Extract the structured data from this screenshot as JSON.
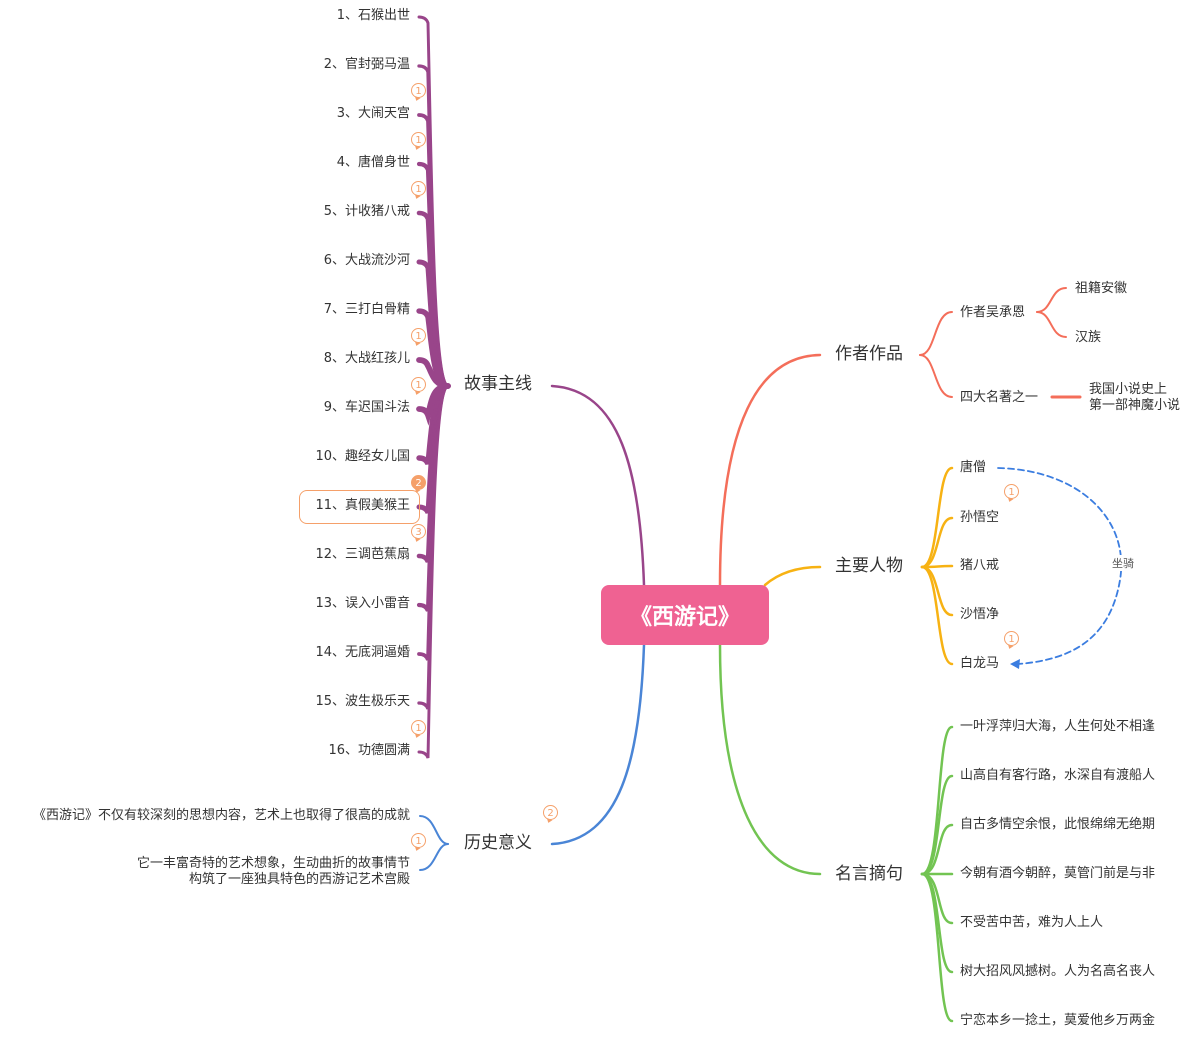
{
  "root": {
    "title": "《西游记》"
  },
  "colors": {
    "story": "#99458a",
    "author": "#f46e5a",
    "characters": "#f7b213",
    "quotes": "#72c452",
    "history": "#4a85d6",
    "root_bg": "#ef6292",
    "badge": "#f5a06a",
    "relation": "#3b7de0"
  },
  "story": {
    "title": "故事主线",
    "items": [
      "1、石猴出世",
      "2、官封弼马温",
      "3、大闹天宫",
      "4、唐僧身世",
      "5、计收猪八戒",
      "6、大战流沙河",
      "7、三打白骨精",
      "8、大战红孩儿",
      "9、车迟国斗法",
      "10、趣经女儿国",
      "11、真假美猴王",
      "12、三调芭蕉扇",
      "13、误入小雷音",
      "14、无底洞逼婚",
      "15、波生极乐天",
      "16、功德圆满"
    ],
    "badges": [
      "1",
      "1",
      "1",
      "1",
      "1",
      "2",
      "3",
      "1"
    ]
  },
  "history": {
    "title": "历史意义",
    "badge": "2",
    "item_badge": "1",
    "items": [
      "《西游记》不仅有较深刻的思想内容，艺术上也取得了很高的成就",
      "它一丰富奇特的艺术想象，生动曲折的故事情节\n构筑了一座独具特色的西游记艺术宫殿"
    ]
  },
  "author": {
    "title": "作者作品",
    "sub": [
      {
        "label": "作者吴承恩",
        "children": [
          "祖籍安徽",
          "汉族"
        ]
      },
      {
        "label": "四大名著之一",
        "children": [
          "我国小说史上\n第一部神魔小说"
        ]
      }
    ]
  },
  "characters": {
    "title": "主要人物",
    "items": [
      "唐僧",
      "孙悟空",
      "猪八戒",
      "沙悟净",
      "白龙马"
    ],
    "badges": [
      "1",
      "1"
    ],
    "relation_label": "坐骑"
  },
  "quotes": {
    "title": "名言摘句",
    "items": [
      "一叶浮萍归大海，人生何处不相逢",
      "山高自有客行路，水深自有渡船人",
      "自古多情空余恨，此恨绵绵无绝期",
      "今朝有酒今朝醉，莫管门前是与非",
      "不受苦中苦，难为人上人",
      "树大招风风撼树。人为名高名丧人",
      "宁恋本乡一捻土，莫爱他乡万两金"
    ]
  }
}
